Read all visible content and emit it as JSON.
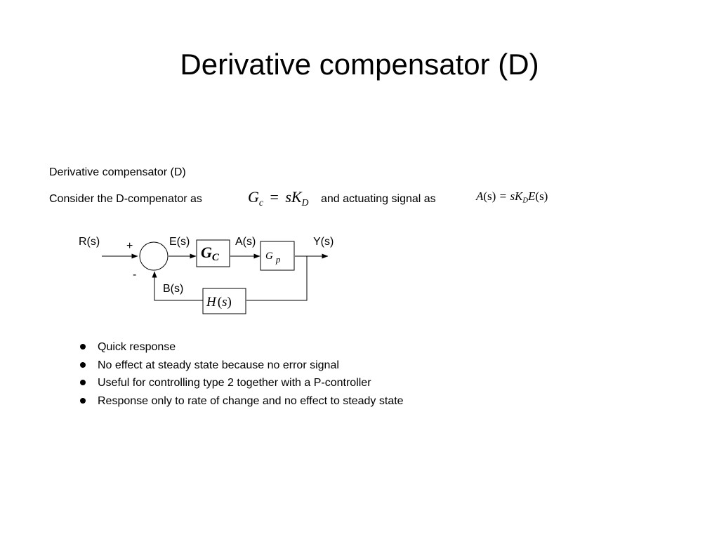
{
  "slide": {
    "title": "Derivative compensator (D)"
  },
  "intro": {
    "heading": "Derivative compensator (D)",
    "consider_text": "Consider the D-compenator as",
    "actuating_text": "and actuating signal as",
    "compensator_equation": {
      "lhs": "G",
      "lhs_sub": "c",
      "eq": "=",
      "rhs": "sK",
      "rhs_sub": "D"
    },
    "actuating_equation": {
      "lhs": "A",
      "lhs_arg": "(s)",
      "eq": "=",
      "rhs": "sK",
      "rhs_sub": "D",
      "rhs_tail": "E",
      "rhs_tail_arg": "(s)"
    }
  },
  "diagram": {
    "labels": {
      "input": "R(s)",
      "error": "E(s)",
      "actuating": "A(s)",
      "output": "Y(s)",
      "feedback": "B(s)",
      "plus": "+",
      "minus": "-"
    },
    "blocks": {
      "compensator": {
        "main": "G",
        "sub": "C"
      },
      "plant": {
        "main": "G",
        "sub": "p"
      },
      "feedback": {
        "main": "H",
        "arg": "s"
      }
    }
  },
  "bullets": [
    "Quick response",
    "No effect at steady state because no error signal",
    "Useful for controlling type 2 together with a P-controller",
    "Response only to rate of  change and no effect to steady state"
  ]
}
